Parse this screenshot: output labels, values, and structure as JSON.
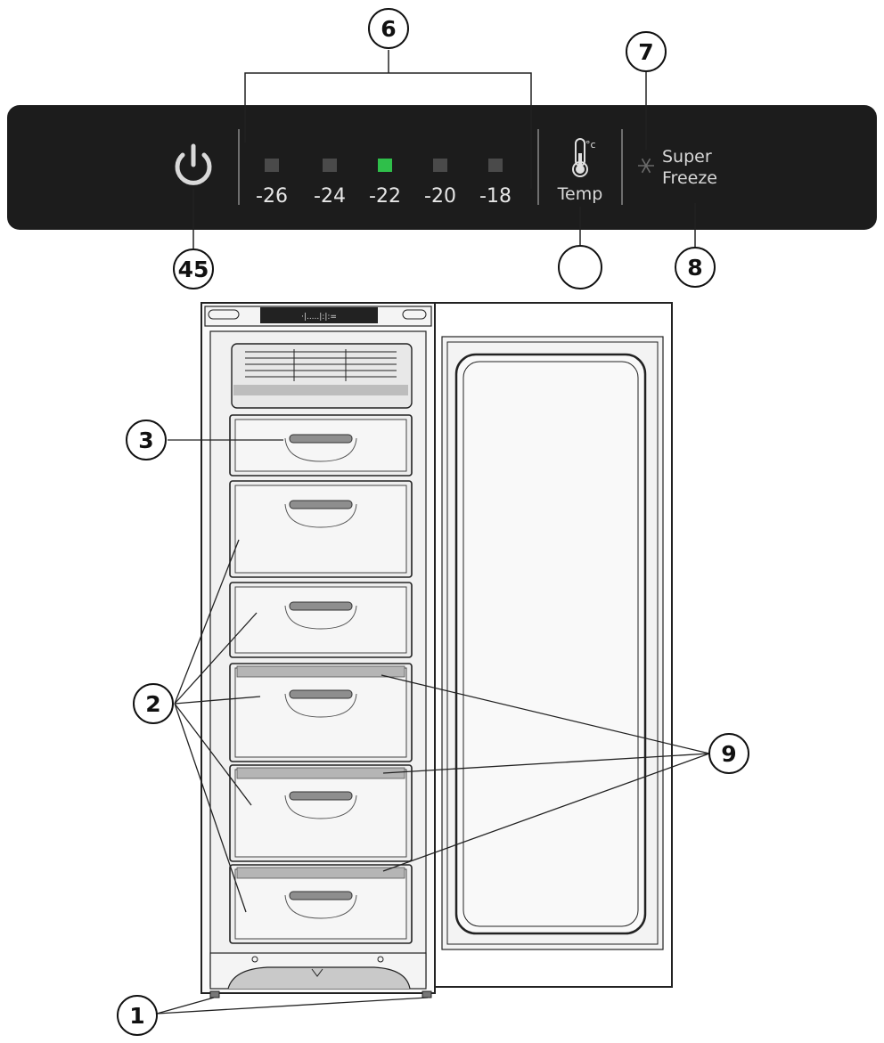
{
  "control_panel": {
    "temperatures": [
      {
        "label": "-26",
        "active": false
      },
      {
        "label": "-24",
        "active": false
      },
      {
        "label": "-22",
        "active": true
      },
      {
        "label": "-20",
        "active": false
      },
      {
        "label": "-18",
        "active": false
      }
    ],
    "temp_unit": "°c",
    "temp_button_label": "Temp",
    "super_freeze_line1": "Super",
    "super_freeze_line2": "Freeze"
  },
  "callouts": {
    "c1": "1",
    "c2": "2",
    "c3": "3",
    "c45": "45",
    "c6": "6",
    "c7": "7",
    "c8": "8",
    "c9": "9",
    "temp_blank": ""
  },
  "colors": {
    "panel_bg": "#1c1c1c",
    "led_active": "#2fbf4a",
    "led_inactive": "#4a4a4a",
    "panel_text": "#e6e6e6",
    "line": "#222222"
  },
  "icons": {
    "power": "power-icon",
    "thermometer": "thermometer-icon",
    "snowflake": "snowflake-icon"
  }
}
